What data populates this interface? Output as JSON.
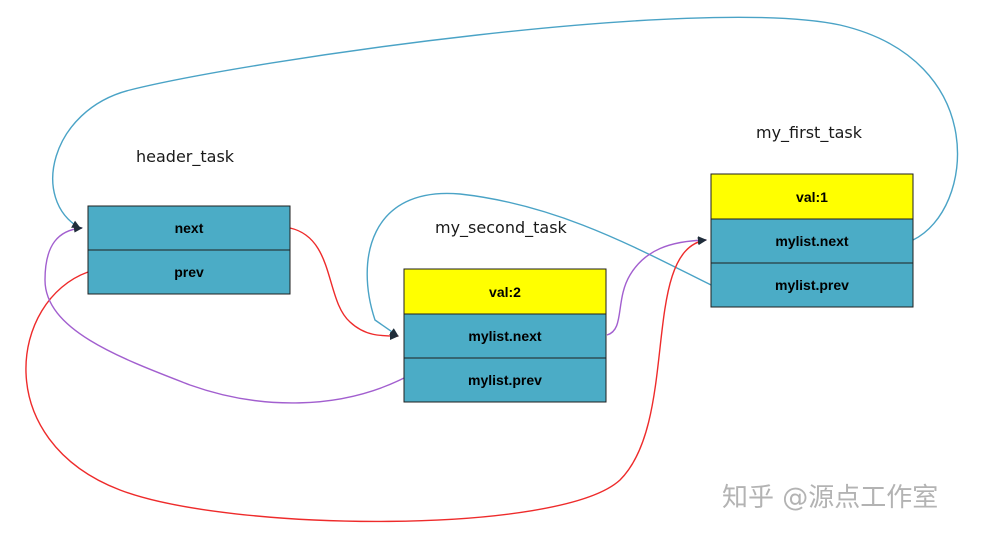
{
  "colors": {
    "cell_fill": "#4bacc6",
    "cell_border": "#1f1f1f",
    "value_fill": "#ffff00",
    "blue_link": "#4aa3c6",
    "red_link": "#ee2b2b",
    "purple_link": "#a25fcf",
    "arrowhead": "#1f2d3a"
  },
  "nodes": {
    "header_task": {
      "label": "header_task",
      "next": "next",
      "prev": "prev"
    },
    "my_second_task": {
      "label": "my_second_task",
      "val": "val:2",
      "next": "mylist.next",
      "prev": "mylist.prev"
    },
    "my_first_task": {
      "label": "my_first_task",
      "val": "val:1",
      "next": "mylist.next",
      "prev": "mylist.prev"
    }
  },
  "watermark": "知乎 @源点工作室"
}
